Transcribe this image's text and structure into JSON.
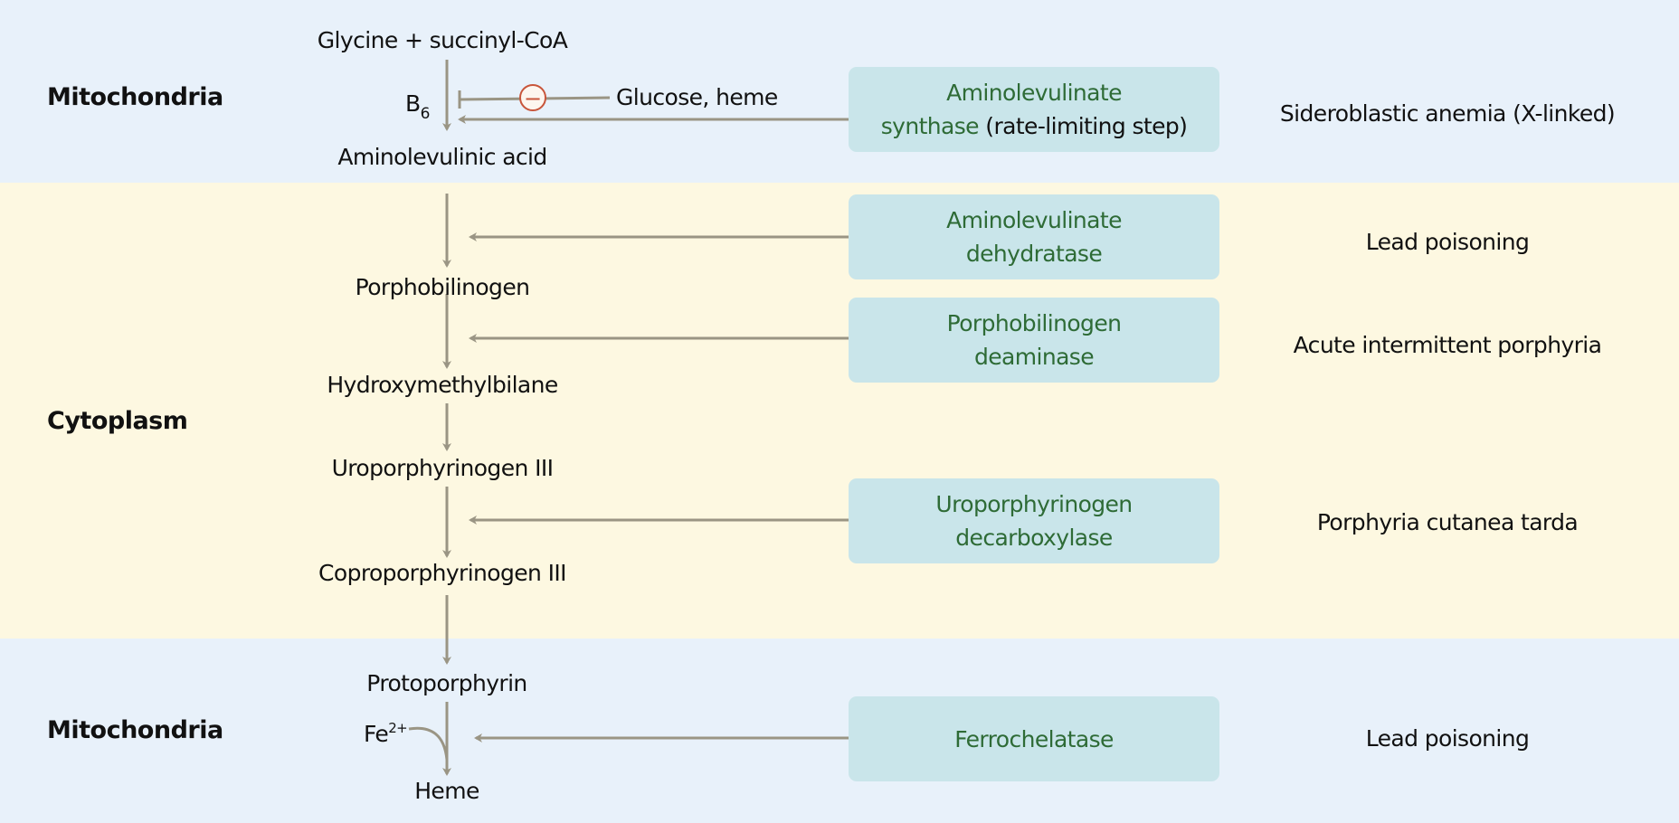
{
  "compartments": {
    "top": "Mitochondria",
    "middle": "Cytoplasm",
    "bottom": "Mitochondria"
  },
  "metabolites": {
    "start": "Glycine + succinyl-CoA",
    "ala": "Aminolevulinic acid",
    "pbg": "Porphobilinogen",
    "hmb": "Hydroxymethylbilane",
    "uro": "Uroporphyrinogen III",
    "copro": "Coproporphyrinogen III",
    "proto": "Protoporphyrin",
    "heme": "Heme"
  },
  "cofactors": {
    "b6_base": "B",
    "b6_sub": "6",
    "fe_base": "Fe",
    "fe_sup": "2+",
    "inhibitor_symbol": "−",
    "inhibitors": "Glucose, heme"
  },
  "enzymes": {
    "alas_line1": "Aminolevulinate",
    "alas_line2_enzyme": "synthase",
    "alas_line2_note": " (rate-limiting step)",
    "alad_line1": "Aminolevulinate",
    "alad_line2": "dehydratase",
    "pbgd_line1": "Porphobilinogen",
    "pbgd_line2": "deaminase",
    "urod_line1": "Uroporphyrinogen",
    "urod_line2": "decarboxylase",
    "fech": "Ferrochelatase"
  },
  "diseases": {
    "alas": "Sideroblastic anemia (X-linked)",
    "alad": "Lead poisoning",
    "pbgd": "Acute intermittent porphyria",
    "urod": "Porphyria cutanea tarda",
    "fech": "Lead poisoning"
  },
  "colors": {
    "mito_band": "#e8f1fa",
    "cyto_band": "#fdf8e1",
    "enzyme_box": "#c9e5ea",
    "enzyme_text": "#2e6b36",
    "arrow": "#9a9584",
    "inhibition": "#c8553a"
  }
}
